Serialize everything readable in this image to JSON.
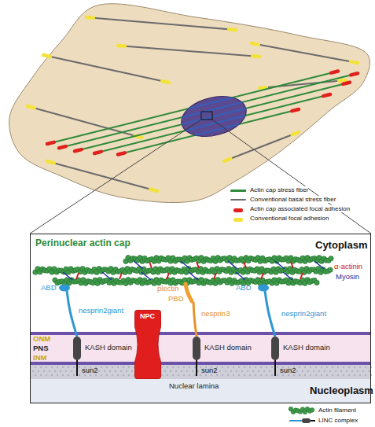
{
  "diagram": {
    "nodes": [
      {
        "text": [
          "Perinuclear actin cap",
          "Cytoplasm",
          "Nucleoplasm"
        ]
      },
      {
        "text": [
          "NPC"
        ],
        "in": 0
      }
    ],
    "labels": [
      "α-actinin",
      "Myosin",
      "ABD",
      "nesprin2giant",
      "plectin",
      "PBD",
      "nesprin3",
      "ABD",
      "nesprin2giant",
      "ONM",
      "PNS",
      "KASH domain",
      "KASH domain",
      "KASH domain",
      "INM",
      "sun2",
      "sun2",
      "sun2",
      "Nuclear lamina"
    ],
    "legend": [
      {
        "text": "Actin cap stress fiber",
        "color": "#2e8b3a"
      },
      {
        "text": "Conventional basal stress fiber",
        "color": "#6b6b6b"
      },
      {
        "text": "Actin cap associated focal adhesion",
        "color": "#e0201c"
      },
      {
        "text": "Conventional focal adhesion",
        "color": "#f2e23a"
      },
      {
        "text": "Actin filament"
      },
      {
        "text": "LINC complex"
      }
    ]
  }
}
